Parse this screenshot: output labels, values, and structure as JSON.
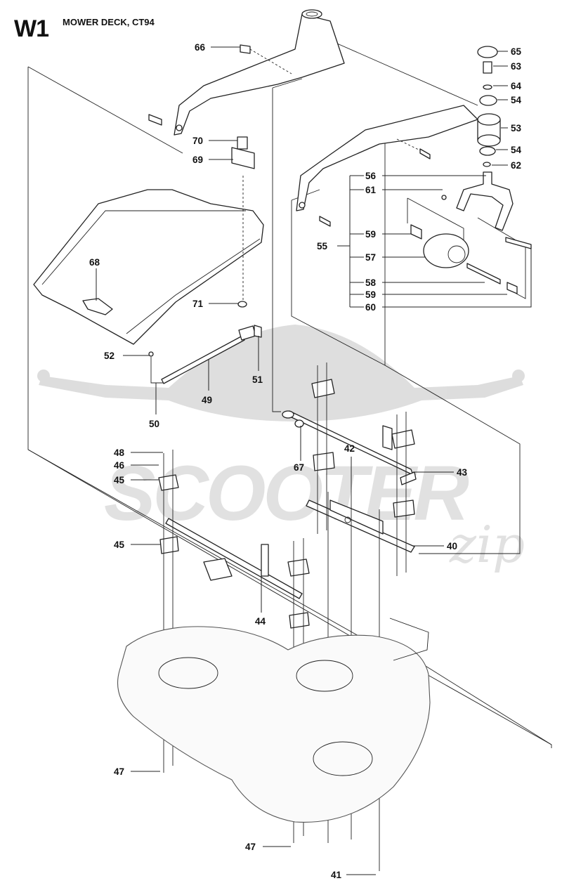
{
  "header": {
    "code": "W1",
    "title": "MOWER DECK, CT94"
  },
  "watermark": {
    "text": "SCOOTER",
    "script": "zip"
  },
  "callouts": [
    {
      "id": "c65",
      "label": "65"
    },
    {
      "id": "c63",
      "label": "63"
    },
    {
      "id": "c64",
      "label": "64"
    },
    {
      "id": "c54a",
      "label": "54"
    },
    {
      "id": "c53",
      "label": "53"
    },
    {
      "id": "c54b",
      "label": "54"
    },
    {
      "id": "c62",
      "label": "62"
    },
    {
      "id": "c66",
      "label": "66"
    },
    {
      "id": "c70",
      "label": "70"
    },
    {
      "id": "c69",
      "label": "69"
    },
    {
      "id": "c56",
      "label": "56"
    },
    {
      "id": "c61",
      "label": "61"
    },
    {
      "id": "c59a",
      "label": "59"
    },
    {
      "id": "c55",
      "label": "55"
    },
    {
      "id": "c57",
      "label": "57"
    },
    {
      "id": "c58",
      "label": "58"
    },
    {
      "id": "c59b",
      "label": "59"
    },
    {
      "id": "c60",
      "label": "60"
    },
    {
      "id": "c68",
      "label": "68"
    },
    {
      "id": "c71",
      "label": "71"
    },
    {
      "id": "c52",
      "label": "52"
    },
    {
      "id": "c51",
      "label": "51"
    },
    {
      "id": "c49",
      "label": "49"
    },
    {
      "id": "c50",
      "label": "50"
    },
    {
      "id": "c48",
      "label": "48"
    },
    {
      "id": "c46",
      "label": "46"
    },
    {
      "id": "c45a",
      "label": "45"
    },
    {
      "id": "c67",
      "label": "67"
    },
    {
      "id": "c42",
      "label": "42"
    },
    {
      "id": "c43",
      "label": "43"
    },
    {
      "id": "c45b",
      "label": "45"
    },
    {
      "id": "c40",
      "label": "40"
    },
    {
      "id": "c44",
      "label": "44"
    },
    {
      "id": "c47a",
      "label": "47"
    },
    {
      "id": "c47b",
      "label": "47"
    },
    {
      "id": "c41",
      "label": "41"
    }
  ]
}
